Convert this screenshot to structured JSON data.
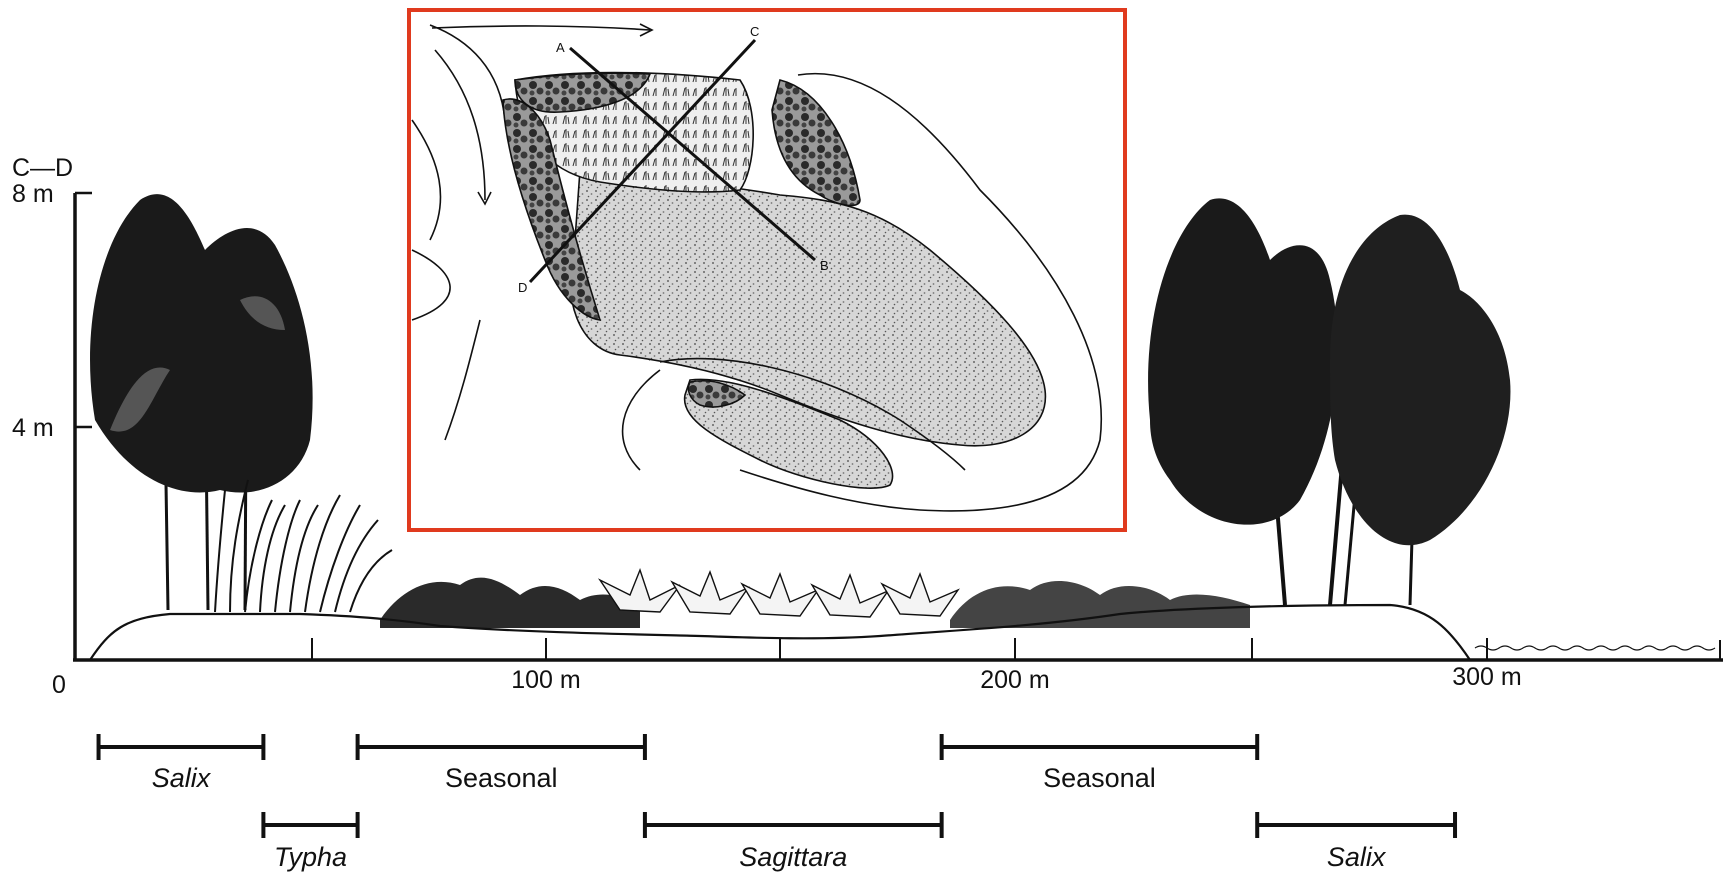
{
  "profile": {
    "section_label": "C—D",
    "y_ticks": [
      {
        "value": 8,
        "label": "8 m"
      },
      {
        "value": 4,
        "label": "4 m"
      },
      {
        "value": 0,
        "label": "0"
      }
    ],
    "x_ticks": [
      {
        "value": 100,
        "label": "100 m"
      },
      {
        "value": 200,
        "label": "200 m"
      },
      {
        "value": 300,
        "label": "300 m"
      }
    ]
  },
  "zones": [
    {
      "label": "Salix",
      "start": 5,
      "end": 40,
      "italic": true,
      "row": 1
    },
    {
      "label": "Typha",
      "start": 40,
      "end": 60,
      "italic": true,
      "row": 2
    },
    {
      "label": "Seasonal",
      "start": 60,
      "end": 121,
      "italic": false,
      "row": 1
    },
    {
      "label": "Sagittara",
      "start": 121,
      "end": 184,
      "italic": true,
      "row": 2
    },
    {
      "label": "Seasonal",
      "start": 184,
      "end": 251,
      "italic": false,
      "row": 1
    },
    {
      "label": "Salix",
      "start": 251,
      "end": 293,
      "italic": true,
      "row": 2
    }
  ],
  "inset_map": {
    "border_color": "#e03a1e",
    "transect_labels": {
      "a": "A",
      "b": "B",
      "c": "C",
      "d": "D"
    }
  }
}
